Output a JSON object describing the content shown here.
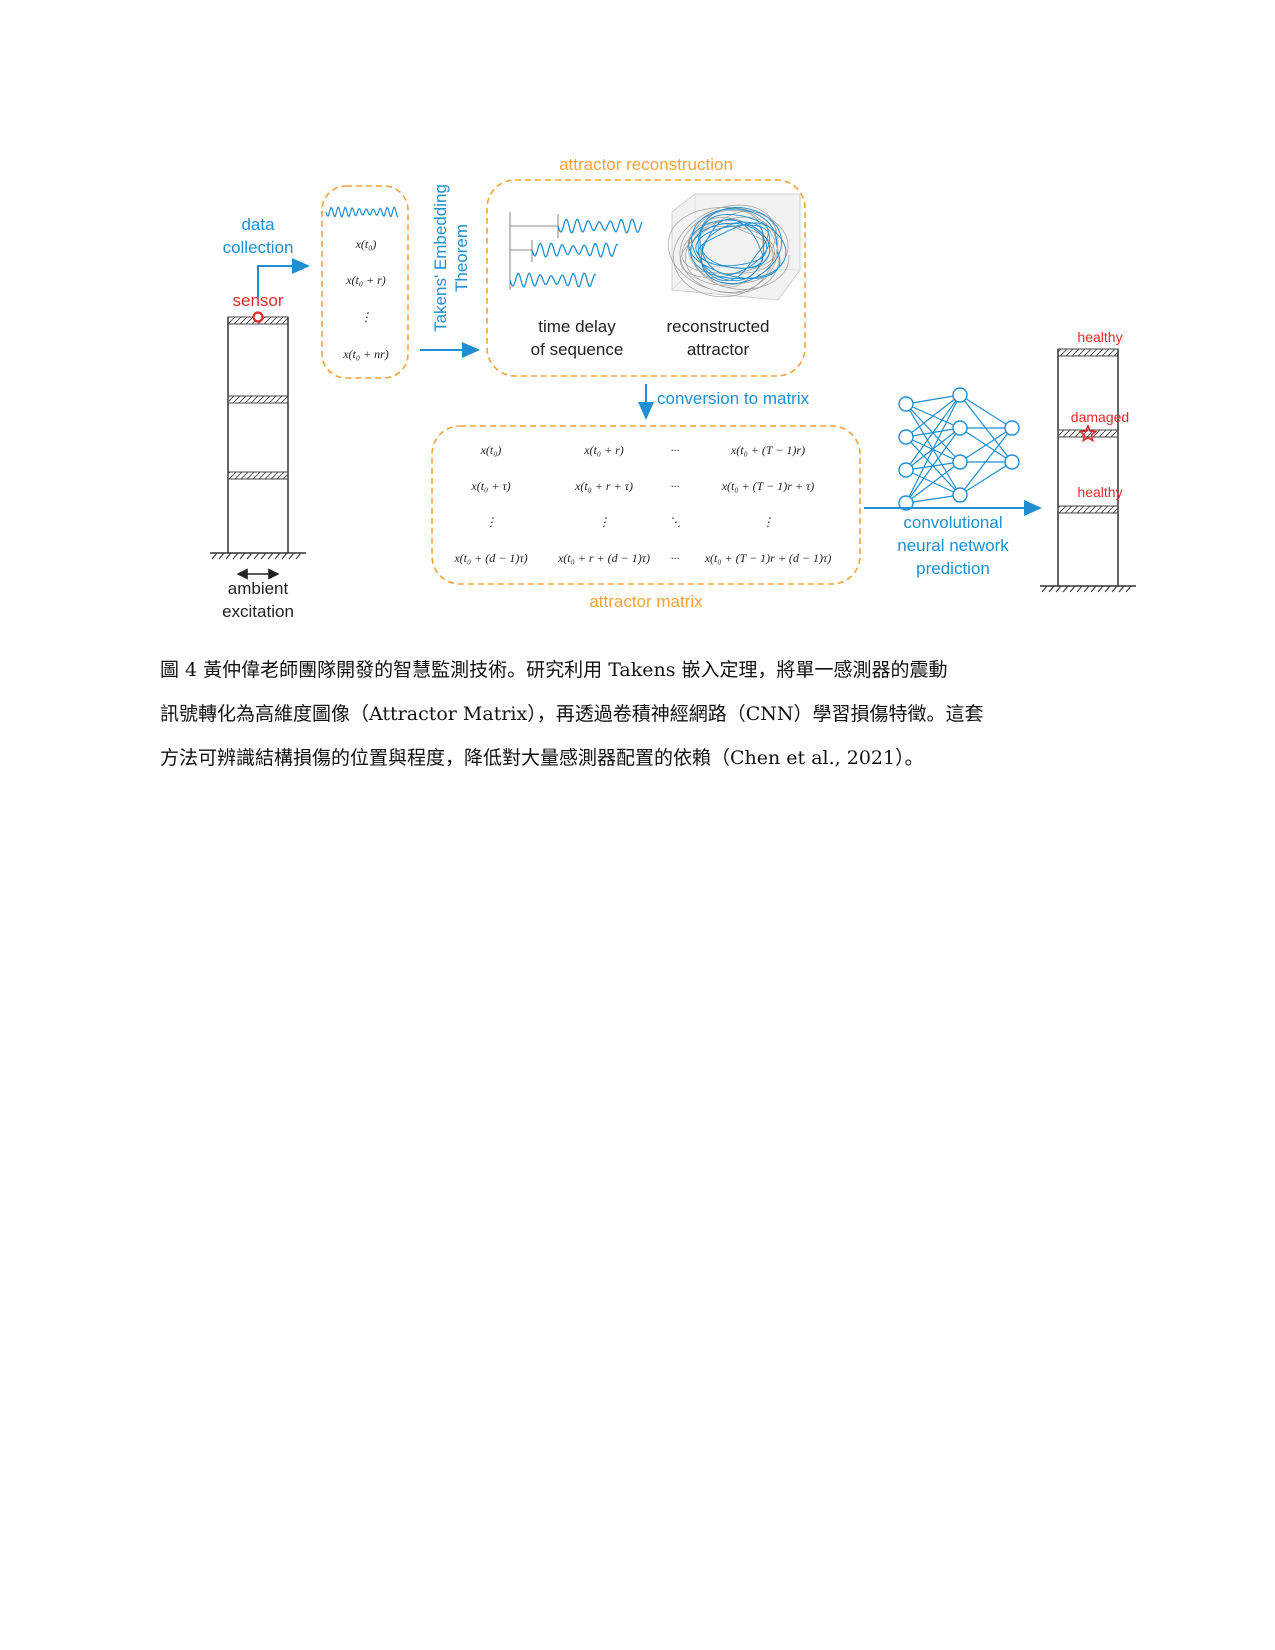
{
  "colors": {
    "blue": "#1f8fd0",
    "orange": "#f5a23c",
    "red": "#e12b2b",
    "dark": "#222222"
  },
  "left": {
    "data_collection_line1": "data",
    "data_collection_line2": "collection",
    "sensor": "sensor",
    "ambient_line1": "ambient",
    "ambient_line2": "excitation"
  },
  "sequence": {
    "items": [
      "x(t₀)",
      "x(t₀ + r)",
      "⋮",
      "x(t₀ + nr)"
    ]
  },
  "takens": {
    "line1": "Takens' Embedding",
    "line2": "Theorem"
  },
  "reconstruction": {
    "title": "attractor reconstruction",
    "delay_line1": "time delay",
    "delay_line2": "of sequence",
    "recon_line1": "reconstructed",
    "recon_line2": "attractor"
  },
  "conversion": "conversion to matrix",
  "matrix": {
    "title": "attractor matrix",
    "rows": [
      [
        "x(t₀)",
        "x(t₀ + r)",
        "···",
        "x(t₀ + (T − 1)r)"
      ],
      [
        "x(t₀ + τ)",
        "x(t₀ + r + τ)",
        "···",
        "x(t₀ + (T − 1)r + τ)"
      ],
      [
        "⋮",
        "⋮",
        "⋱",
        "⋮"
      ],
      [
        "x(t₀ + (d − 1)τ)",
        "x(t₀ + r + (d − 1)τ)",
        "···",
        "x(t₀ + (T − 1)r + (d − 1)τ)"
      ]
    ]
  },
  "cnn": {
    "line1": "convolutional",
    "line2": "neural network",
    "line3": "prediction"
  },
  "right": {
    "healthy_top": "healthy",
    "damaged": "damaged",
    "healthy_bottom": "healthy"
  },
  "caption": {
    "line1": "圖 4 黃仲偉老師團隊開發的智慧監測技術。研究利用 Takens 嵌入定理，將單一感測器的震動",
    "line2": "訊號轉化為高維度圖像（Attractor Matrix），再透過卷積神經網路（CNN）學習損傷特徵。這套",
    "line3": "方法可辨識結構損傷的位置與程度，降低對大量感測器配置的依賴（Chen et al., 2021）。"
  }
}
